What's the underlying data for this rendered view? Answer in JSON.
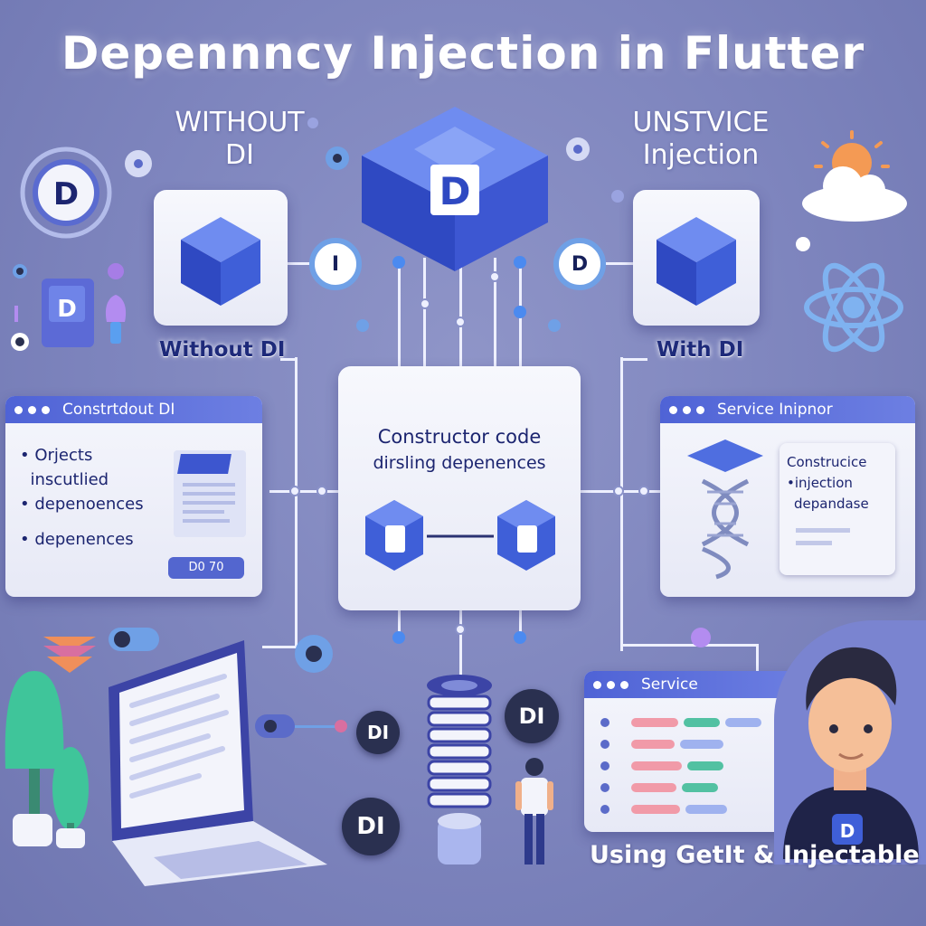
{
  "title": "Depennncy Injection in Flutter",
  "top_left_heading": {
    "line1": "WITHOUT",
    "line2": "DI"
  },
  "top_right_heading": {
    "line1": "UNSTVICE",
    "line2": "Injection"
  },
  "labels": {
    "without_di": "Without DI",
    "with_di": "With DI"
  },
  "small_badges": {
    "left": "I",
    "right": "D"
  },
  "center_card": {
    "line1": "Constructor code",
    "line2": "dirsling depenences"
  },
  "left_window": {
    "tab": "Constrtdout DI",
    "bullets": [
      "Orjects",
      "inscutlied",
      "depenoences",
      "depenences"
    ],
    "button": "D0 70"
  },
  "right_window": {
    "tab": "Service Inipnor",
    "panel_lines": [
      "Construcice",
      "injection",
      "depandase"
    ]
  },
  "service_window": {
    "tab": "Service"
  },
  "di_badges": [
    "DI",
    "DI",
    "DI"
  ],
  "footer_caption": "Using GetIt & Injectable",
  "colors": {
    "background": "#7d84bd",
    "accent_blue": "#4f63d6",
    "cube_blue": "#3f5fd8",
    "card": "#f5f6fc",
    "badge_dark": "#2a3050",
    "plant_green": "#3fc59a"
  }
}
